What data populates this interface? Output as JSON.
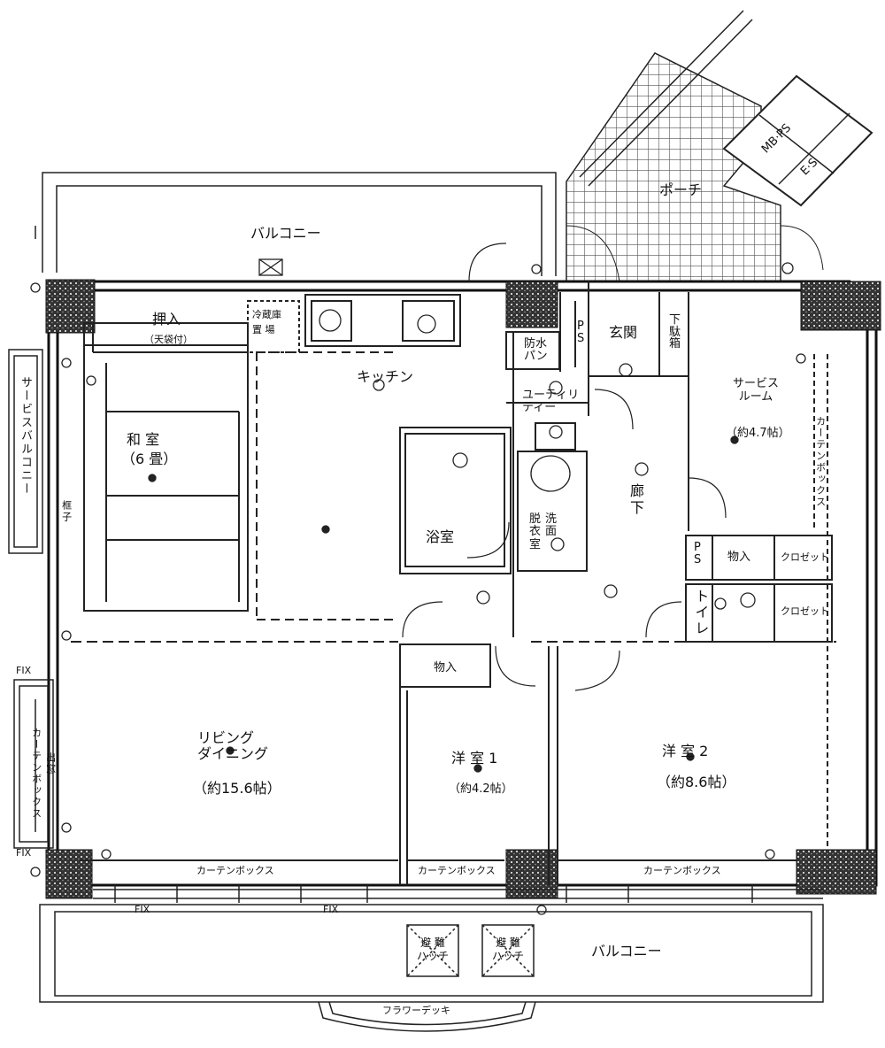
{
  "rooms": {
    "balcony_top": "バルコニー",
    "porch": "ポーチ",
    "mb_ps": "MB·PS",
    "es": "E·S",
    "oshiire": "押入",
    "oshiire_note": "（天袋付）",
    "fridge": "冷蔵庫\n置 場",
    "kitchen": "キッチン",
    "washitsu": "和 室",
    "washitsu_size": "（6 畳）",
    "service_balcony": "サービスバルコニー",
    "tokonoma": "框子",
    "bohsui_pan": "防水\nパン",
    "utility": "ユーティリ\nティー",
    "genkan": "玄関",
    "geta_bako": "下\n駄\n箱",
    "ps_top": "P\nS",
    "service_room": "サービス\nルーム",
    "service_room_size": "（約4.7帖）",
    "curtain_box_right": "カーテンボックス",
    "bath": "浴室",
    "datsui": "脱\n衣\n室",
    "senmen": "洗\n面",
    "roka": "廊\n下",
    "ps_mid": "P\nS",
    "monoire_right": "物入",
    "closet_1": "クロゼット",
    "closet_2": "クロゼット",
    "toilet": "トイレ",
    "monoire_mid": "物入",
    "living": "リビング\nダイニング",
    "living_size": "（約15.6帖）",
    "yoshitsu1": "洋 室 1",
    "yoshitsu1_size": "（約4.2帖）",
    "yoshitsu2": "洋 室 2",
    "yoshitsu2_size": "（約8.6帖）",
    "fix_1": "FIX",
    "fix_2": "FIX",
    "fix_3": "FIX",
    "fix_4": "FIX",
    "curtain_box_left": "カーテンボックス",
    "demado": "出窓",
    "curtain_box_bottom_1": "カーテンボックス",
    "curtain_box_bottom_2": "カーテンボックス",
    "curtain_box_bottom_3": "カーテンボックス",
    "hatch_1": "避 難\nハッチ",
    "hatch_2": "避 難\nハッチ",
    "balcony_bottom": "バルコニー",
    "flower_deck": "フラワーデッキ"
  }
}
